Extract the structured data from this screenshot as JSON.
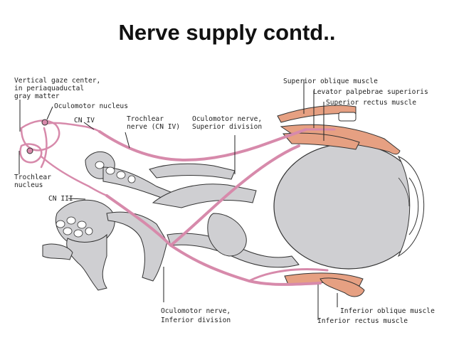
{
  "slide": {
    "title": "Nerve supply contd.."
  },
  "labels": {
    "vertical_gaze_1": "Vertical gaze center,",
    "vertical_gaze_2": "in periaquaductal",
    "vertical_gaze_3": "gray matter",
    "oculomotor_nucleus": "Oculomotor nucleus",
    "cn_iv": "CN IV",
    "trochlear_nerve_1": "Trochlear",
    "trochlear_nerve_2": "nerve (CN IV)",
    "oculomotor_sup_1": "Oculomotor nerve,",
    "oculomotor_sup_2": "Superior division",
    "trochlear_nucleus_1": "Trochlear",
    "trochlear_nucleus_2": "nucleus",
    "cn_iii": "CN III",
    "superior_oblique": "Superior oblique muscle",
    "levator": "Levator palpebrae superioris",
    "superior_rectus": "Superior rectus muscle",
    "oculomotor_inf_1": "Oculomotor nerve,",
    "oculomotor_inf_2": "Inferior division",
    "inferior_oblique": "Inferior oblique muscle",
    "inferior_rectus": "Inferior rectus muscle"
  },
  "colors": {
    "nerve": "#d78aab",
    "muscle": "#e6a082",
    "structure": "#cfcfd2",
    "outline": "#333333"
  }
}
